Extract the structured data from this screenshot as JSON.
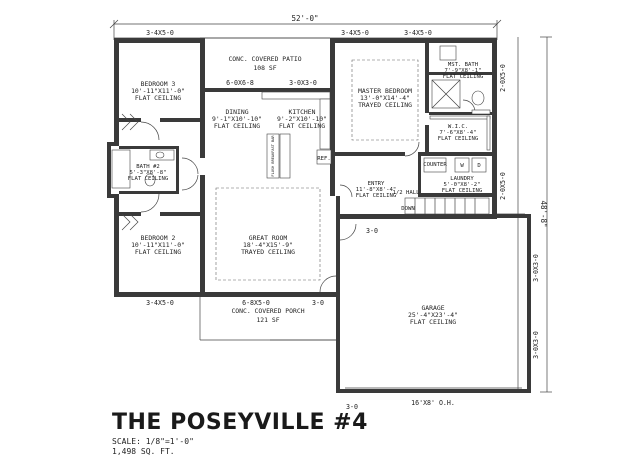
{
  "plan": {
    "name": "THE POSEYVILLE #4",
    "scale": "SCALE: 1/8\"=1'-0\"",
    "area": "1,498 SQ. FT."
  },
  "dimensions": {
    "overall_width": "52'-0\"",
    "overall_depth": "48'-8\"",
    "win_bed3_top": "3-4X5-0",
    "win_master_top_left": "3-4X5-0",
    "win_master_top_right": "3-4X5-0",
    "win_dining": "6-0X6-8",
    "win_kitchen": "3-0X3-0",
    "win_bed2_bottom": "3-4X5-0",
    "win_great_bottom": "6-8X5-0",
    "door_front": "3-0",
    "door_garage_entry": "3-0",
    "door_garage_side": "3-0",
    "right_win_1": "2-0X5-0",
    "right_win_2": "2-0X5-0",
    "garage_win_1": "3-0X3-0",
    "garage_win_2": "3-0X3-0",
    "garage_door": "16'X8' O.H."
  },
  "rooms": {
    "patio": {
      "name": "CONC. COVERED PATIO",
      "area": "108 SF"
    },
    "bedroom3": {
      "name": "BEDROOM 3",
      "size": "10'-11\"X11'-0\"",
      "ceiling": "FLAT CEILING"
    },
    "dining": {
      "name": "DINING",
      "size": "9'-1\"X10'-10\"",
      "ceiling": "FLAT CEILING"
    },
    "kitchen": {
      "name": "KITCHEN",
      "size": "9'-2\"X10'-10\"",
      "ceiling": "FLAT CEILING"
    },
    "master": {
      "name": "MASTER BEDROOM",
      "size": "13'-0\"X14'-4\"",
      "ceiling": "TRAYED CEILING"
    },
    "mst_bath": {
      "name": "MST. BATH",
      "size": "7'-9\"X8'-1\"",
      "ceiling": "FLAT CEILING"
    },
    "wic": {
      "name": "W.I.C.",
      "size": "7'-6\"X8'-4\"",
      "ceiling": "FLAT CEILING"
    },
    "bath2": {
      "name": "BATH #2",
      "size": "5'-3\"X8'-8\"",
      "ceiling": "FLAT CEILING"
    },
    "great": {
      "name": "GREAT ROOM",
      "size": "18'-4\"X15'-9\"",
      "ceiling": "TRAYED CEILING"
    },
    "entry": {
      "name": "ENTRY",
      "size": "11'-8\"X8'-4\"",
      "ceiling": "FLAT CEILING"
    },
    "laundry": {
      "name": "LAUNDRY",
      "size": "5'-0\"X8'-2\"",
      "ceiling": "FLAT CEILING"
    },
    "bedroom2": {
      "name": "BEDROOM 2",
      "size": "10'-11\"X11'-0\"",
      "ceiling": "FLAT CEILING"
    },
    "porch": {
      "name": "CONC. COVERED PORCH",
      "area": "121 SF"
    },
    "garage": {
      "name": "GARAGE",
      "size": "25'-4\"X23'-4\"",
      "ceiling": "FLAT CEILING"
    }
  },
  "fixtures": {
    "ref": "REF.",
    "counter": "COUNTER",
    "washer": "W",
    "dryer": "D",
    "down": "DOWN",
    "step": "1/2 HALL",
    "island": "FLUSH BREAKFAST BAR"
  }
}
